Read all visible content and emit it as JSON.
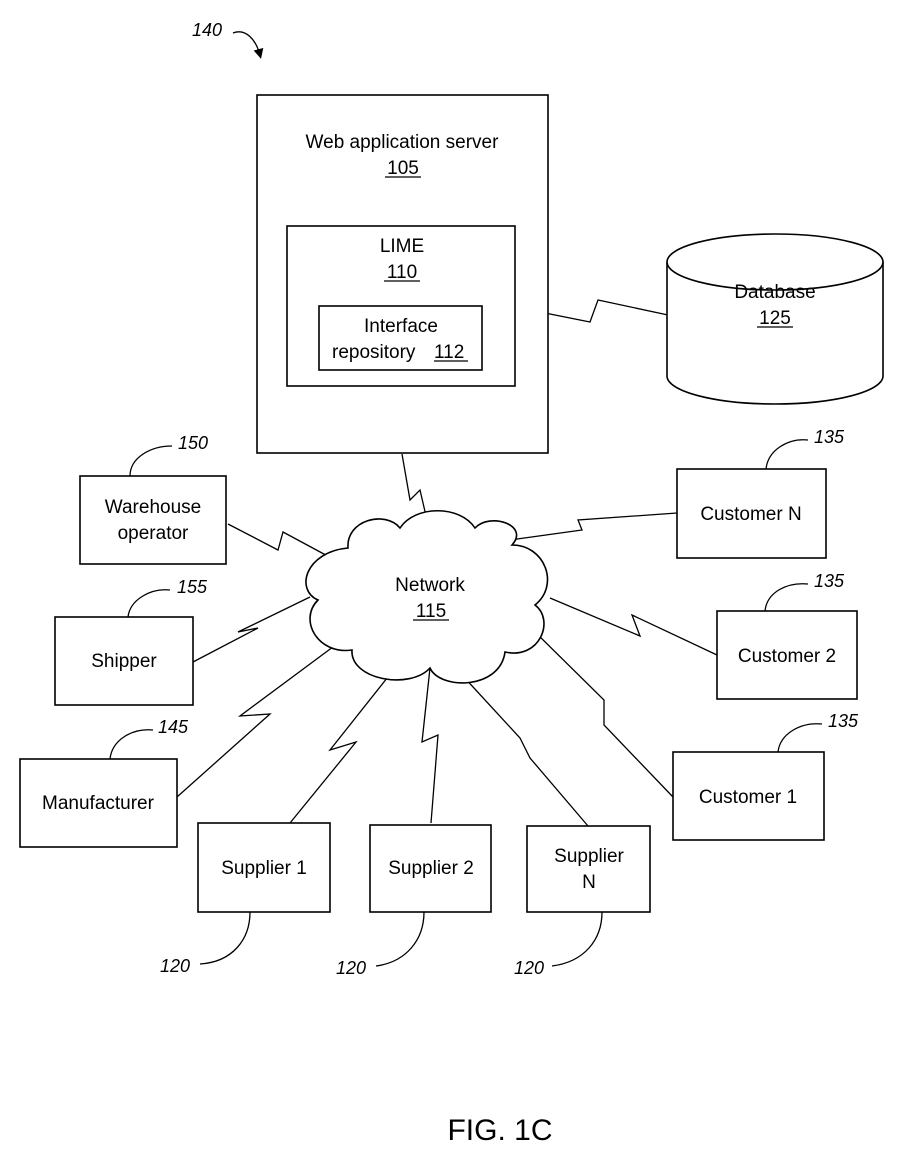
{
  "figure_label": "FIG. 1C",
  "system_ref": "140",
  "server": {
    "name": "Web application server",
    "ref": "105"
  },
  "lime": {
    "name": "LIME",
    "ref": "110"
  },
  "repository": {
    "line1": "Interface",
    "line2": "repository",
    "ref": "112"
  },
  "database": {
    "name": "Database",
    "ref": "125"
  },
  "network": {
    "name": "Network",
    "ref": "115"
  },
  "warehouse": {
    "line1": "Warehouse",
    "line2": "operator",
    "ref": "150"
  },
  "shipper": {
    "name": "Shipper",
    "ref": "155"
  },
  "manufacturer": {
    "name": "Manufacturer",
    "ref": "145"
  },
  "customers": [
    {
      "name": "Customer N",
      "ref": "135"
    },
    {
      "name": "Customer 2",
      "ref": "135"
    },
    {
      "name": "Customer 1",
      "ref": "135"
    }
  ],
  "suppliers": [
    {
      "line1": "Supplier 1",
      "line2": "",
      "ref": "120"
    },
    {
      "line1": "Supplier 2",
      "line2": "",
      "ref": "120"
    },
    {
      "line1": "Supplier",
      "line2": "N",
      "ref": "120"
    }
  ]
}
